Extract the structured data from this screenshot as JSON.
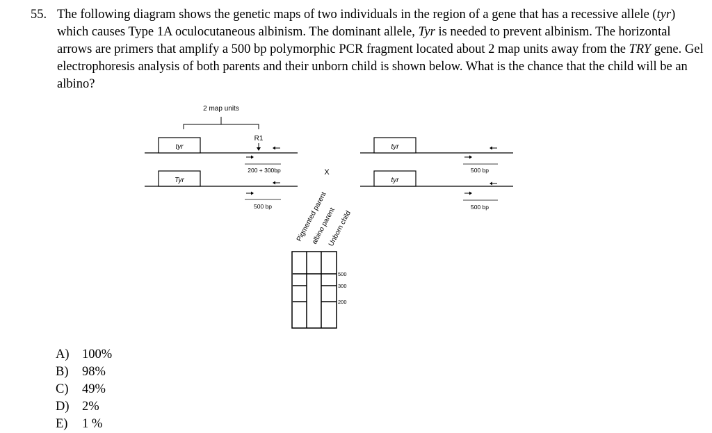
{
  "question": {
    "number": "55.",
    "text_parts": [
      "The following diagram shows the genetic maps of two individuals in the region of a gene that has a recessive allele (",
      "tyr",
      ") which causes Type 1A oculocutaneous albinism. The dominant allele, ",
      "Tyr",
      " is needed to prevent albinism.  The horizontal arrows are primers that amplify a 500 bp polymorphic PCR fragment located about 2 map units away from the ",
      "TRY",
      " gene.  Gel electrophoresis analysis of both parents and their unborn child is shown below. What is the chance that the child will be an albino?"
    ]
  },
  "diagram": {
    "scale_label": "2 map units",
    "parent1": {
      "gene_top": "tyr",
      "gene_bottom": "Tyr",
      "site_label": "R1",
      "fragment_top": "200 + 300bp",
      "fragment_bottom": "500 bp"
    },
    "cross_symbol": "X",
    "parent2": {
      "gene_top": "tyr",
      "gene_bottom": "tyr",
      "fragment_top": "500 bp",
      "fragment_bottom": "500 bp"
    },
    "gel": {
      "lanes": [
        "Pigmented parent",
        "albino parent",
        "Unborn child"
      ],
      "size_markers": [
        "500",
        "300",
        "200"
      ]
    }
  },
  "answers": [
    {
      "letter": "A)",
      "text": "100%"
    },
    {
      "letter": "B)",
      "text": "98%"
    },
    {
      "letter": "C)",
      "text": "49%"
    },
    {
      "letter": "D)",
      "text": "2%"
    },
    {
      "letter": "E)",
      "text": "1 %"
    }
  ]
}
